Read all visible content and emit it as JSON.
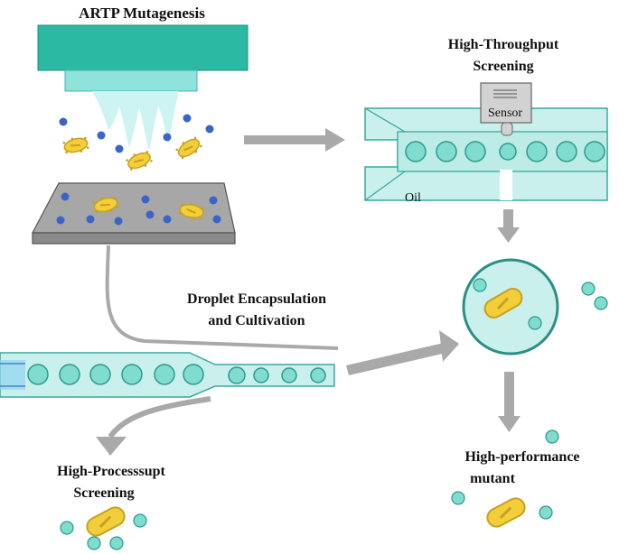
{
  "labels": {
    "artp": "ARTP Mutagenesis",
    "hts_line1": "High-Throughput",
    "hts_line2": "Screening",
    "sensor": "Sensor",
    "oil": "Oil",
    "droplet_line1": "Droplet Encapsulation",
    "droplet_line2": "and Cultivation",
    "hps_line1": "High-Processsupt",
    "hps_line2": "Screening",
    "hpm_line1": "High-performance",
    "hpm_line2": "mutant"
  },
  "colors": {
    "plasma_head": "#2bb9a3",
    "plasma_nozzle": "#8fe3dc",
    "plasma_jet": "#cdf3f3",
    "channel_fill": "#c9f0ec",
    "channel_stroke": "#3aa8a0",
    "droplet_fill": "#7fdccf",
    "droplet_stroke": "#2a9b8e",
    "cell_fill": "#f2cf3a",
    "cell_stroke": "#c9a01e",
    "dot_blue": "#3b64c9",
    "arrow_gray": "#a9a9a9",
    "plate_gray": "#a7a7a7",
    "sensor_gray": "#d2d2d2"
  },
  "icons": [
    "plasma-nozzle-icon",
    "microbe-cell-icon",
    "droplet-icon",
    "sensor-icon",
    "arrow-icon",
    "petri-plate-icon"
  ]
}
